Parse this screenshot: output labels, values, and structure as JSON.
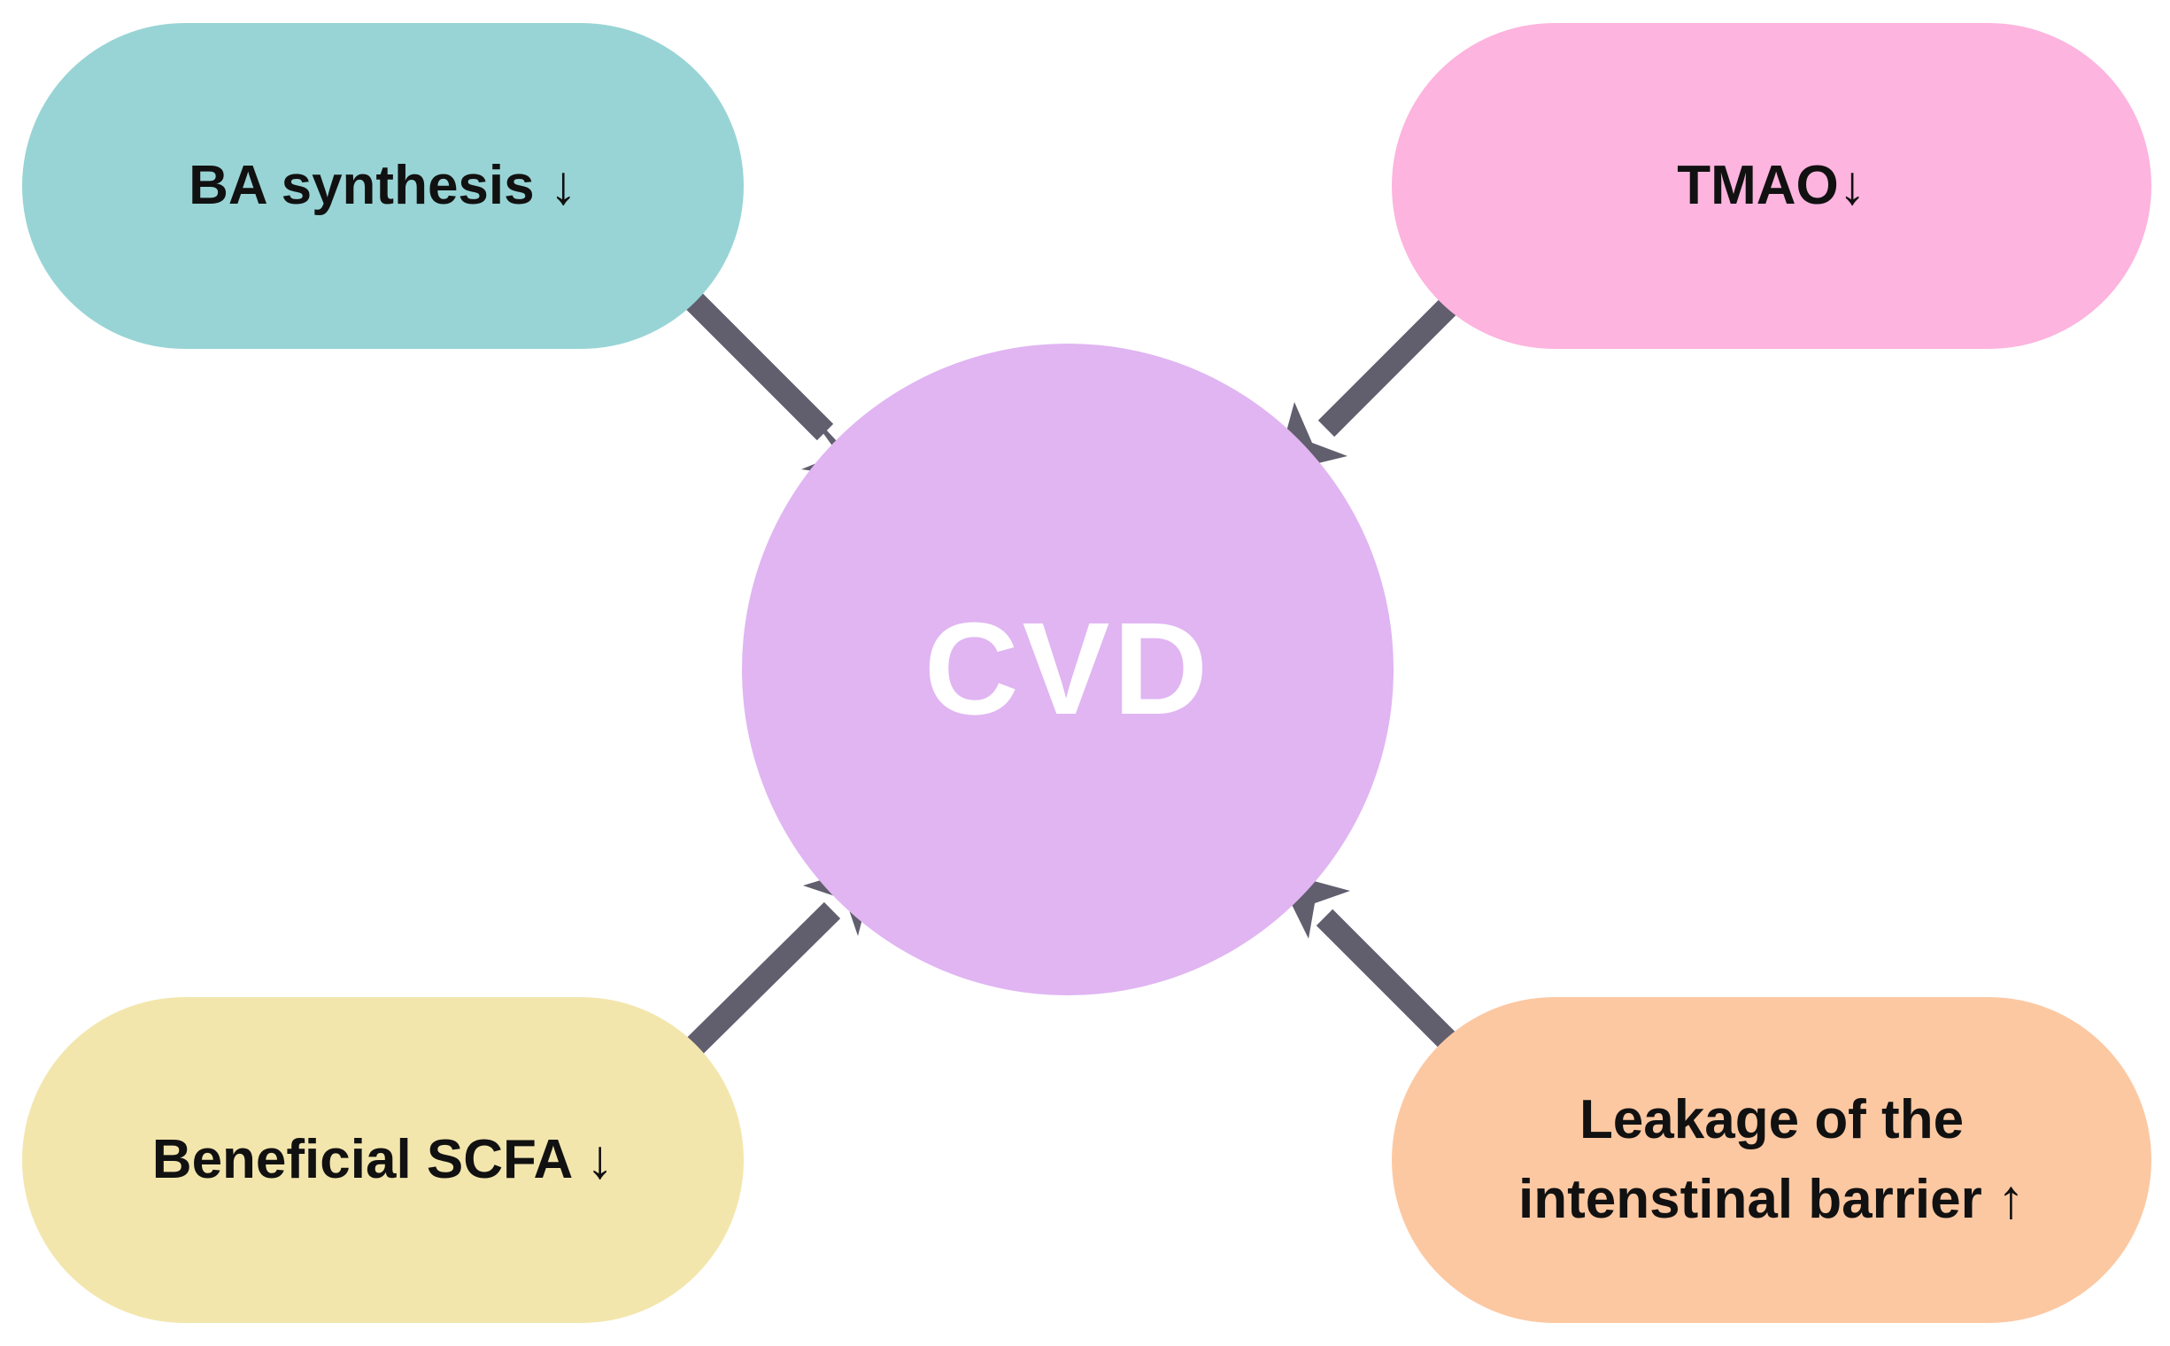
{
  "center": {
    "label": "CVD",
    "color": "#e0b5f2"
  },
  "factors": [
    {
      "id": "ba",
      "label": "BA synthesis ↓",
      "color": "#98d4d5"
    },
    {
      "id": "tmao",
      "label": "TMAO↓",
      "color": "#fdb4de"
    },
    {
      "id": "scfa",
      "label": "Beneficial SCFA ↓",
      "color": "#f3e6ad"
    },
    {
      "id": "leak",
      "label_line1": "Leakage of the",
      "label_line2": "intenstinal barrier ↑",
      "color": "#fcc8a2"
    }
  ],
  "arrow_color": "#615e6e"
}
